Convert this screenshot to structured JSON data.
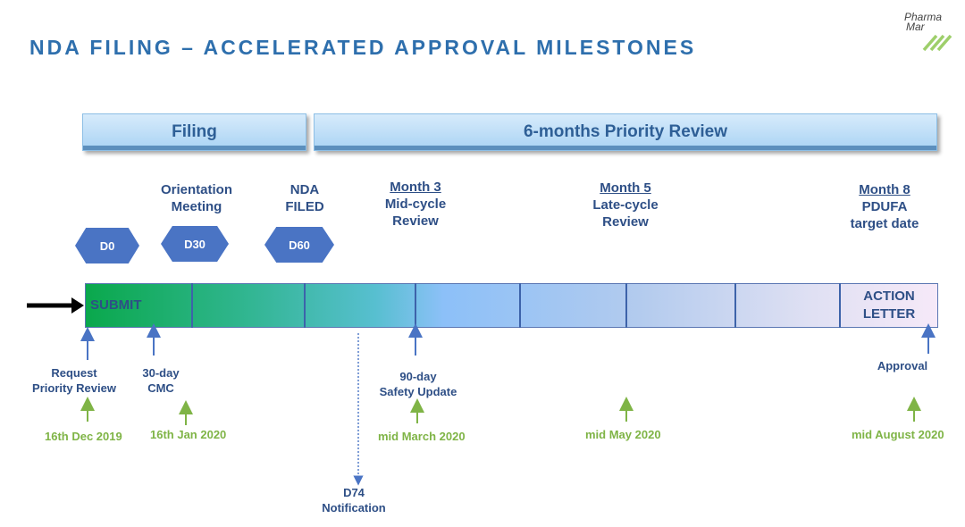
{
  "title": "NDA FILING – ACCELERATED APPROVAL MILESTONES",
  "logo": {
    "line1": "Pharma",
    "line2": "Mar"
  },
  "phases": {
    "filing": "Filing",
    "review": "6-months Priority Review"
  },
  "milestones": {
    "orientation": {
      "line1": "Orientation",
      "line2": "Meeting"
    },
    "nda_filed": {
      "line1": "NDA",
      "line2": "FILED"
    },
    "month3": {
      "heading": "Month 3",
      "line1": "Mid-cycle",
      "line2": "Review"
    },
    "month5": {
      "heading": "Month 5",
      "line1": "Late-cycle",
      "line2": "Review"
    },
    "month8": {
      "heading": "Month 8",
      "line1": "PDUFA",
      "line2": "target date"
    }
  },
  "days": {
    "d0": "D0",
    "d30": "D30",
    "d60": "D60"
  },
  "bar": {
    "submit": "SUBMIT",
    "action_line1": "ACTION",
    "action_line2": "LETTER"
  },
  "events": {
    "request": {
      "line1": "Request",
      "line2": "Priority Review"
    },
    "cmc": {
      "line1": "30-day",
      "line2": "CMC"
    },
    "safety": {
      "line1": "90-day",
      "line2": "Safety Update"
    },
    "approval": "Approval",
    "d74": {
      "line1": "D74",
      "line2": "Notification"
    }
  },
  "dates": {
    "dec2019": "16th Dec 2019",
    "jan2020": "16th Jan 2020",
    "mar2020": "mid March 2020",
    "may2020": "mid May 2020",
    "aug2020": "mid August 2020"
  },
  "colors": {
    "title": "#2e6fad",
    "milestone_text": "#2e4f86",
    "hexagon": "#4a74c4",
    "date_green": "#7fb446",
    "arrow_blue": "#4a74c4"
  }
}
